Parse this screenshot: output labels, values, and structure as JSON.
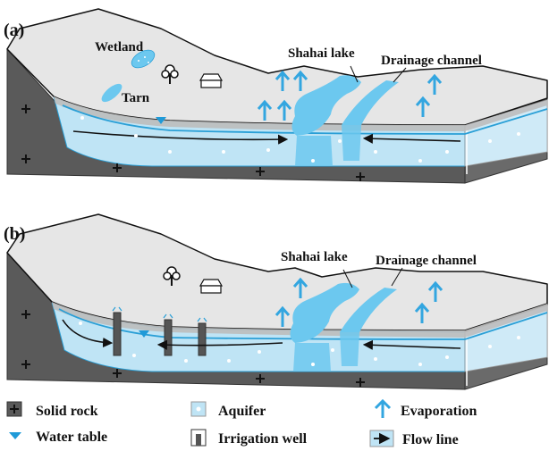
{
  "panels": [
    {
      "id": "a",
      "label": "(a)",
      "labels": {
        "wetland": "Wetland",
        "tarn": "Tarn",
        "shahai_lake": "Shahai lake",
        "drainage_channel": "Drainage channel"
      }
    },
    {
      "id": "b",
      "label": "(b)",
      "labels": {
        "shahai_lake": "Shahai lake",
        "drainage_channel": "Drainage channel"
      }
    }
  ],
  "legend": [
    {
      "key": "solid_rock",
      "label": "Solid rock",
      "icon": "plus-icon"
    },
    {
      "key": "aquifer",
      "label": "Aquifer",
      "icon": "dot-icon"
    },
    {
      "key": "evaporation",
      "label": "Evaporation",
      "icon": "up-arrow-icon"
    },
    {
      "key": "water_table",
      "label": "Water table",
      "icon": "triangle-down-icon"
    },
    {
      "key": "irrigation_well",
      "label": "Irrigation well",
      "icon": "well-icon"
    },
    {
      "key": "flow_line",
      "label": "Flow line",
      "icon": "right-arrow-icon"
    }
  ],
  "colors": {
    "rock": "#5a5a5a",
    "rock_edge": "#3a3a3a",
    "surface": "#e6e6e6",
    "soil_band": "#bdbdbd",
    "aquifer": "#bfe4f5",
    "lake": "#6cc8ef",
    "water_line": "#2a9fd6",
    "evap_arrow": "#33a6e0",
    "flow_arrow": "#111111",
    "well": "#555555"
  }
}
